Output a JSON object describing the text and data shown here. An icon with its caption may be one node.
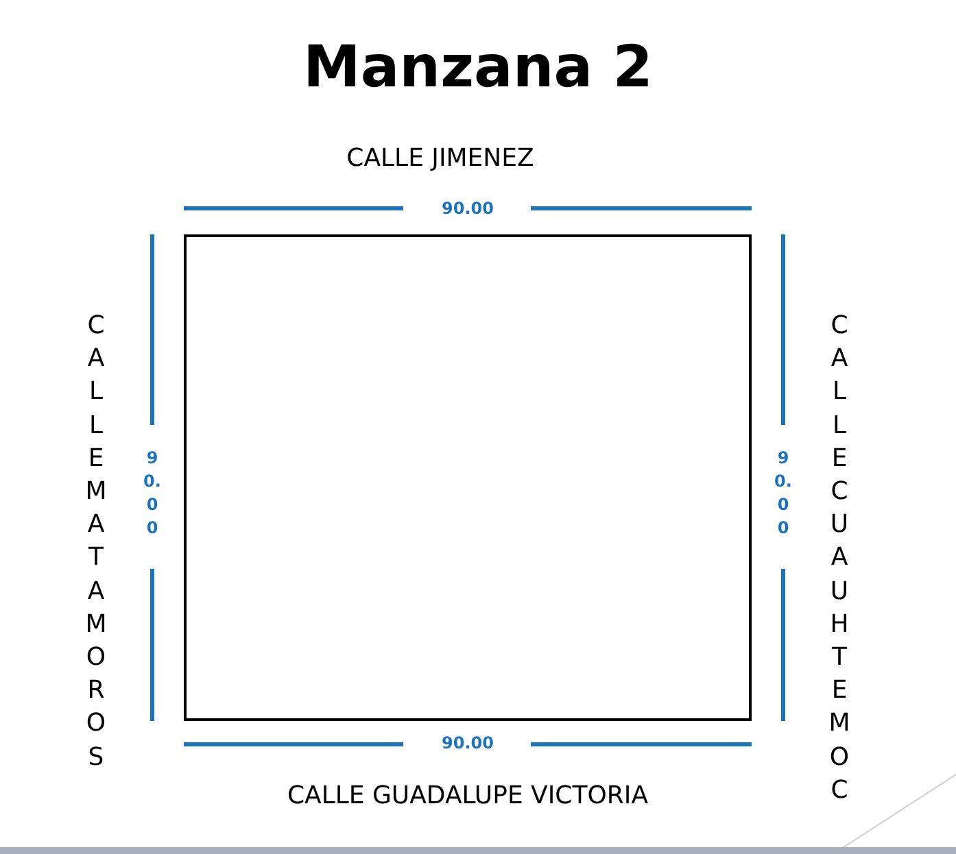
{
  "diagram": {
    "title": "Manzana 2",
    "nodes": [
      {
        "text": [],
        "shape": "box"
      }
    ],
    "labels": [
      "CALLE JIMENEZ",
      "90.00",
      "CALLE MATAMOROS",
      "90.00",
      "90.00",
      "CALLE CUAUHTEMOC",
      "90.00",
      "CALLE GUADALUPE VICTORIA"
    ]
  }
}
